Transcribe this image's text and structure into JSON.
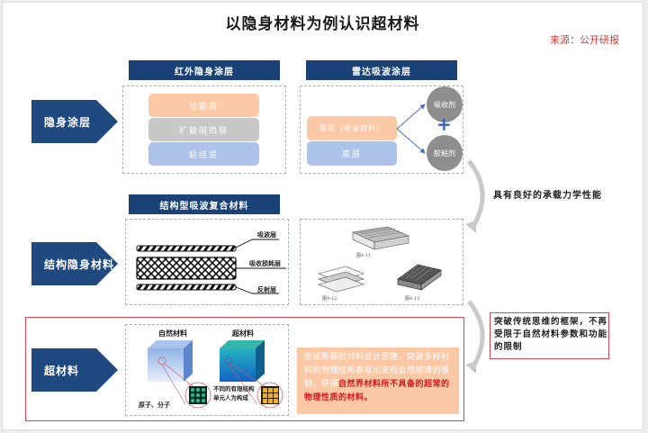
{
  "title": "以隐身材料为例认识超材料",
  "source": "来源：公开研报",
  "rows": [
    {
      "label": "隐身涂层"
    },
    {
      "label": "结构隐身材料"
    },
    {
      "label": "超材料"
    }
  ],
  "infrared_coating": {
    "header": "红外隐身涂层",
    "layers": [
      {
        "label": "功能层",
        "color": "#fbc9a6"
      },
      {
        "label": "扩散阻挡层",
        "color": "#c8c8c8"
      },
      {
        "label": "粘结层",
        "color": "#adc3ea"
      }
    ]
  },
  "radar_coating": {
    "header": "雷达吸波涂层",
    "layers": [
      {
        "label": "面层（吸波材料）",
        "color": "#fbc9a6"
      },
      {
        "label": "底层",
        "color": "#adc3ea"
      }
    ],
    "components": [
      "吸收剂",
      "胶粘剂"
    ],
    "plus": "+"
  },
  "structural_composite": {
    "header": "结构型吸波复合材料",
    "layer_labels": [
      "吸波层",
      "吸收损耗层",
      "反射层"
    ]
  },
  "structural_diagrams": {
    "captions": [
      "图4-11",
      "图4-12",
      "图4-13"
    ]
  },
  "annotations": {
    "mechanical": "具有良好的承载力学性能",
    "breakthrough": "突破传统思维的框架，不再受限于自然材料参数和功能的限制"
  },
  "metamaterial": {
    "natural_label": "自然材料",
    "meta_label": "超材料",
    "atoms_label": "原子、分子",
    "unit_label": "不同的有限结构单元人为构成",
    "description_normal": "依据新颖的材料设计思路，突破多种材料的物理结构表现出来的自然规律的限制，获得",
    "description_highlight": "自然界材料所不具备的超常的物理性质的材料。"
  },
  "colors": {
    "navy": "#1e4a80",
    "accent_red": "#d64550",
    "peach": "#fbc8a6",
    "source_red": "#d93636"
  }
}
